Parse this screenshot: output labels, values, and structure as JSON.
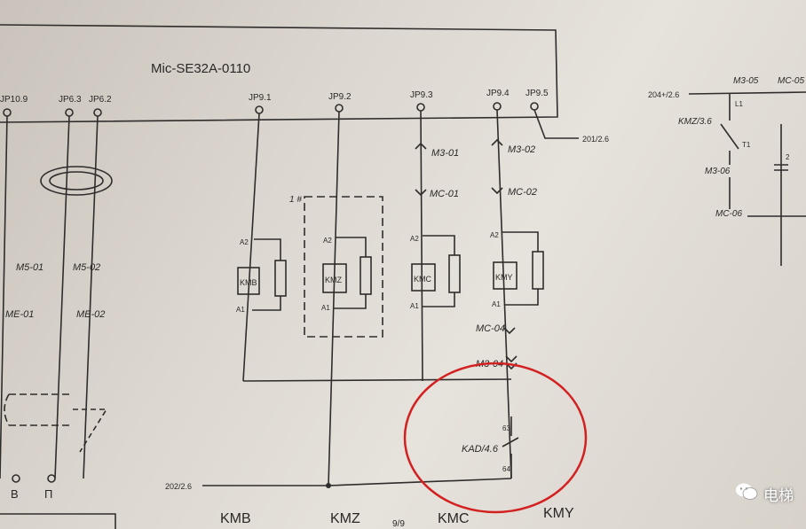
{
  "frame_title": "Mic-SE32A-0110",
  "page_number": "9/9",
  "left_terminals": [
    "JP10.9",
    "JP6.3",
    "JP6.2"
  ],
  "terminals": [
    "JP9.1",
    "JP9.2",
    "JP9.3",
    "JP9.4",
    "JP9.5"
  ],
  "connectors": {
    "m3_01": "M3-01",
    "mc_01": "MC-01",
    "m3_02": "M3-02",
    "mc_02": "MC-02",
    "m5_01": "M5-01",
    "m5_02": "M5-02",
    "me_01": "ME-01",
    "me_02": "ME-02",
    "mc_04": "MC-04",
    "m3_04": "M3-04",
    "m3_05": "M3-05",
    "mc_05": "MC-05",
    "m3_06": "M3-06",
    "mc_06": "MC-06"
  },
  "coils": [
    "KMB",
    "KMZ",
    "KMC",
    "KMY"
  ],
  "pin_a1": "A1",
  "pin_a2": "A2",
  "dashed_group_label": "1 #",
  "contact_label": "KAD/4.6",
  "contact_pins": [
    "63",
    "64"
  ],
  "ref_201": "201/2.6",
  "ref_202": "202/2.6",
  "ref_204": "204+/2.6",
  "ref_kmz": "KMZ/3.6",
  "label_l1": "L1",
  "label_t1": "T1",
  "label_c2": "2",
  "left_bottom": [
    "B",
    "П"
  ],
  "bottom_labels": [
    "KMB",
    "KMZ",
    "KMC",
    "KMY"
  ],
  "watermark": "电梯"
}
